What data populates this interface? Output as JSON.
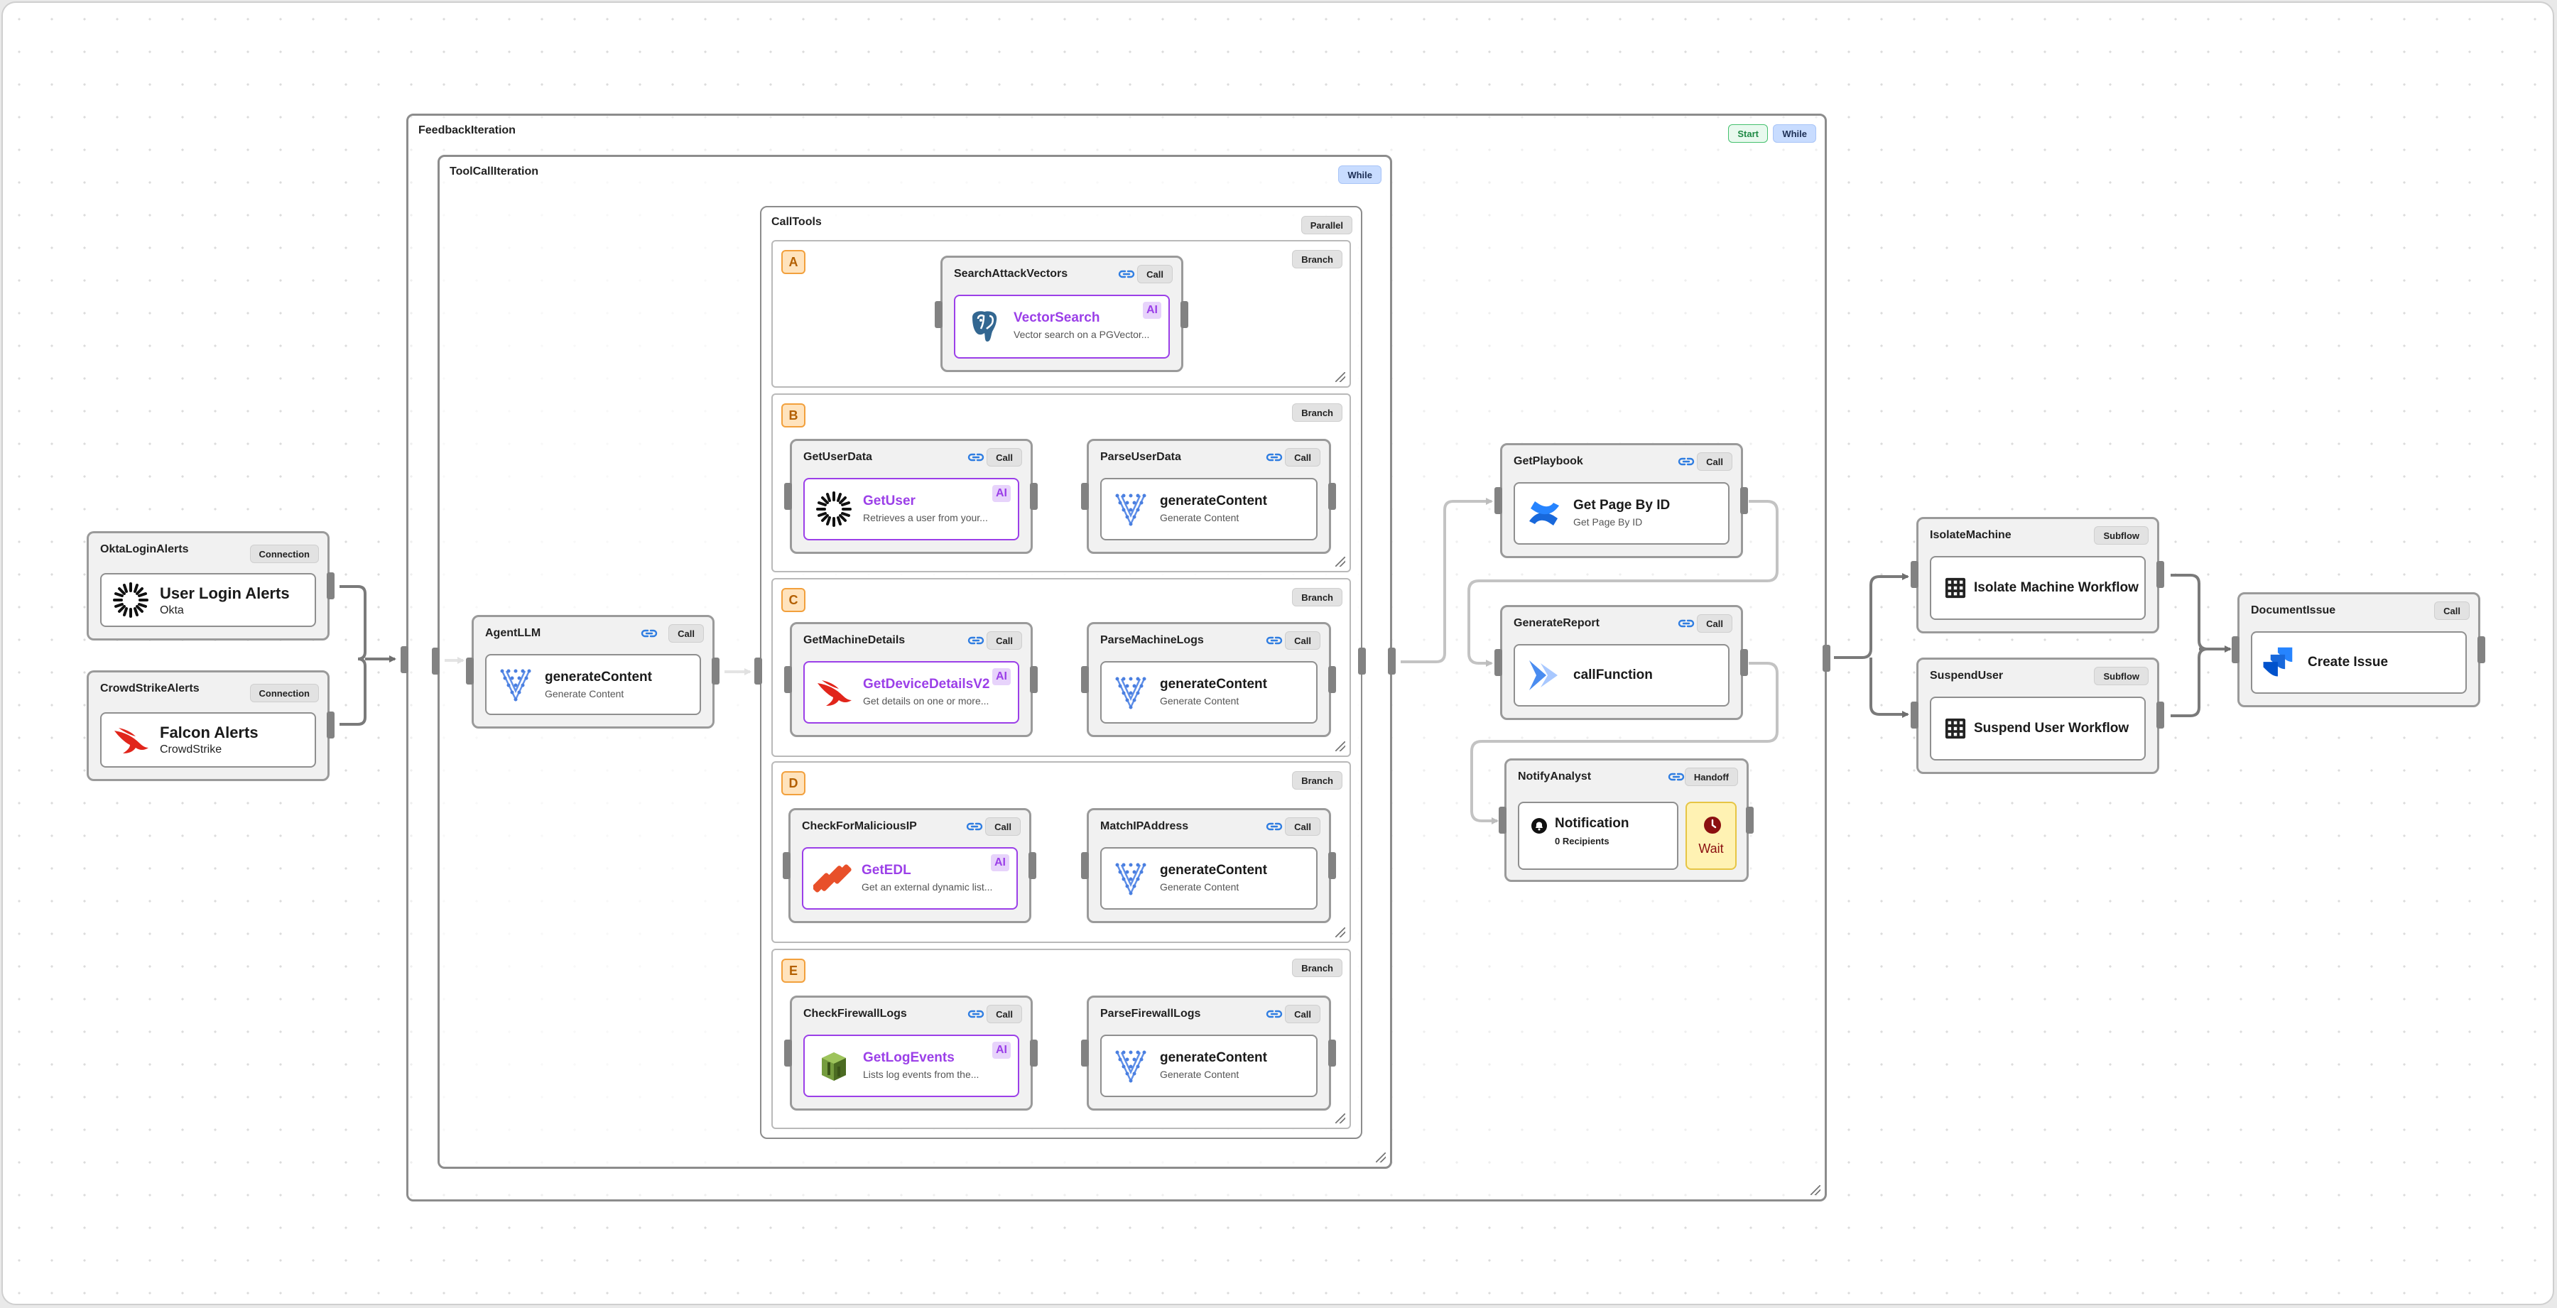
{
  "groups": {
    "feedback": {
      "title": "FeedbackIteration",
      "tag_start": "Start",
      "tag_while": "While"
    },
    "toolcall": {
      "title": "ToolCallIteration",
      "tag": "While"
    },
    "calltools": {
      "title": "CallTools",
      "tag": "Parallel"
    }
  },
  "branches": [
    {
      "letter": "A",
      "tag": "Branch"
    },
    {
      "letter": "B",
      "tag": "Branch"
    },
    {
      "letter": "C",
      "tag": "Branch"
    },
    {
      "letter": "D",
      "tag": "Branch"
    },
    {
      "letter": "E",
      "tag": "Branch"
    }
  ],
  "nodes": {
    "okta": {
      "title": "OktaLoginAlerts",
      "tag": "Connection",
      "inner_title": "User Login Alerts",
      "inner_sub": "Okta",
      "icon": "okta-icon"
    },
    "crowdstrike": {
      "title": "CrowdStrikeAlerts",
      "tag": "Connection",
      "inner_title": "Falcon Alerts",
      "inner_sub": "CrowdStrike",
      "icon": "crowdstrike-falcon-icon"
    },
    "agentllm": {
      "title": "AgentLLM",
      "tag": "Call",
      "inner_title": "generateContent",
      "inner_sub": "Generate Content",
      "icon": "vertex-ai-icon"
    },
    "searchattack": {
      "title": "SearchAttackVectors",
      "tag": "Call",
      "inner_title": "VectorSearch",
      "inner_sub": "Vector search on a PGVector...",
      "ai": "AI",
      "icon": "postgresql-icon"
    },
    "getuserdata": {
      "title": "GetUserData",
      "tag": "Call",
      "inner_title": "GetUser",
      "inner_sub": "Retrieves a user from your...",
      "ai": "AI",
      "icon": "okta-icon"
    },
    "parseuserdata": {
      "title": "ParseUserData",
      "tag": "Call",
      "inner_title": "generateContent",
      "inner_sub": "Generate Content",
      "icon": "vertex-ai-icon"
    },
    "getmachine": {
      "title": "GetMachineDetails",
      "tag": "Call",
      "inner_title": "GetDeviceDetailsV2",
      "inner_sub": "Get details on one or more...",
      "ai": "AI",
      "icon": "crowdstrike-falcon-icon"
    },
    "parsemachine": {
      "title": "ParseMachineLogs",
      "tag": "Call",
      "inner_title": "generateContent",
      "inner_sub": "Generate Content",
      "icon": "vertex-ai-icon"
    },
    "checkip": {
      "title": "CheckForMaliciousIP",
      "tag": "Call",
      "inner_title": "GetEDL",
      "inner_sub": "Get an external dynamic list...",
      "ai": "AI",
      "icon": "palo-alto-icon"
    },
    "matchip": {
      "title": "MatchIPAddress",
      "tag": "Call",
      "inner_title": "generateContent",
      "inner_sub": "Generate Content",
      "icon": "vertex-ai-icon"
    },
    "checkfw": {
      "title": "CheckFirewallLogs",
      "tag": "Call",
      "inner_title": "GetLogEvents",
      "inner_sub": "Lists log events from the...",
      "ai": "AI",
      "icon": "aws-cloudwatch-icon"
    },
    "parsefw": {
      "title": "ParseFirewallLogs",
      "tag": "Call",
      "inner_title": "generateContent",
      "inner_sub": "Generate Content",
      "icon": "vertex-ai-icon"
    },
    "getplaybook": {
      "title": "GetPlaybook",
      "tag": "Call",
      "inner_title": "Get Page By ID",
      "inner_sub": "Get Page By ID",
      "icon": "confluence-icon"
    },
    "genreport": {
      "title": "GenerateReport",
      "tag": "Call",
      "inner_title": "callFunction",
      "icon": "firebase-functions-icon"
    },
    "notify": {
      "title": "NotifyAnalyst",
      "tag": "Handoff",
      "inner_title": "Notification",
      "inner_sub": "0 Recipients",
      "wait_label": "Wait",
      "icon": "notification-bell-icon"
    },
    "isolate": {
      "title": "IsolateMachine",
      "tag": "Subflow",
      "inner_title": "Isolate Machine Workflow",
      "icon": "workflow-grid-icon"
    },
    "suspend": {
      "title": "SuspendUser",
      "tag": "Subflow",
      "inner_title": "Suspend User Workflow",
      "icon": "workflow-grid-icon"
    },
    "document": {
      "title": "DocumentIssue",
      "tag": "Call",
      "inner_title": "Create Issue",
      "icon": "jira-icon"
    }
  },
  "colors": {
    "ai_accent": "#9b3fe8",
    "link_blue": "#2f7de1",
    "branch_orange": "#f2a03c",
    "while_blue": "#c8dcff",
    "start_green": "#45c16e",
    "wait_yellow": "#fff2b3"
  }
}
